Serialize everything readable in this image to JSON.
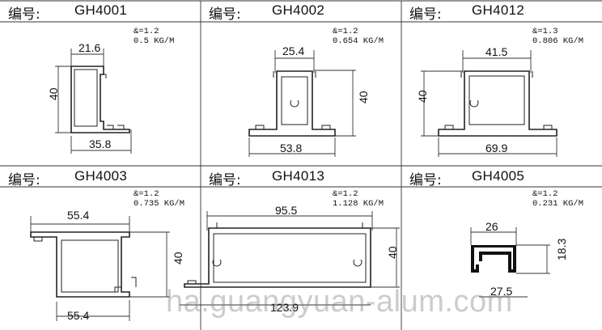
{
  "header_label": "编号:",
  "cells": [
    {
      "code": "GH4001",
      "spec1": "&=1.2",
      "spec2": "0.5 KG/M",
      "dims": [
        "21.6",
        "40",
        "35.8"
      ]
    },
    {
      "code": "GH4002",
      "spec1": "&=1.2",
      "spec2": "0.654 KG/M",
      "dims": [
        "25.4",
        "40",
        "53.8"
      ]
    },
    {
      "code": "GH4012",
      "spec1": "&=1.3",
      "spec2": "0.806 KG/M",
      "dims": [
        "41.5",
        "40",
        "69.9"
      ]
    },
    {
      "code": "GH4003",
      "spec1": "&=1.2",
      "spec2": "0.735 KG/M",
      "dims": [
        "55.4",
        "40",
        "55.4"
      ]
    },
    {
      "code": "GH4013",
      "spec1": "&=1.2",
      "spec2": "1.128 KG/M",
      "dims": [
        "95.5",
        "40",
        "123.9"
      ]
    },
    {
      "code": "GH4005",
      "spec1": "&=1.2",
      "spec2": "0.231 KG/M",
      "dims": [
        "26",
        "18.3",
        "27.5"
      ]
    }
  ],
  "watermark": "ha.guangyuan-alum.com"
}
